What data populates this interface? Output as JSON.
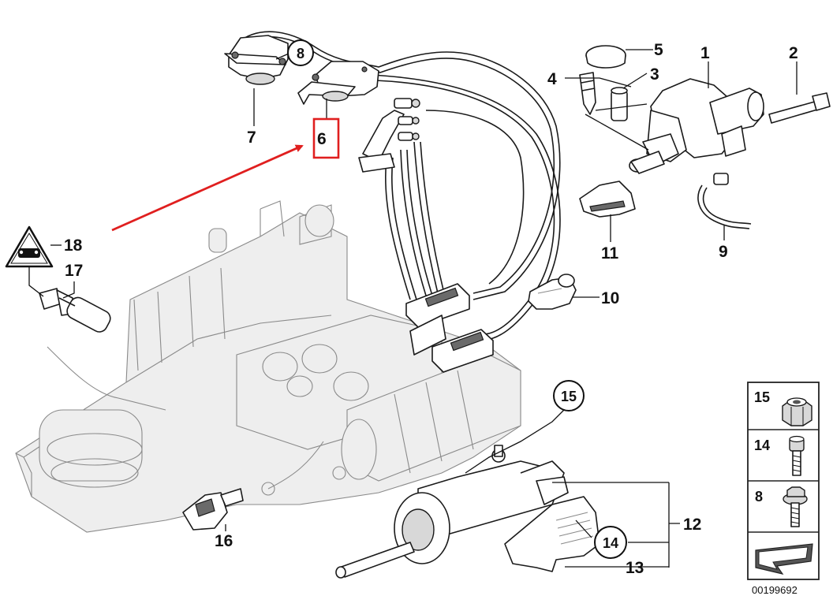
{
  "diagram": {
    "callouts": {
      "c1": "1",
      "c2": "2",
      "c3": "3",
      "c4": "4",
      "c5": "5",
      "c6": "6",
      "c7": "7",
      "c8": "8",
      "c9": "9",
      "c10": "10",
      "c11": "11",
      "c12": "12",
      "c13": "13",
      "c14": "14",
      "c15": "15",
      "c16": "16",
      "c17": "17",
      "c18": "18"
    },
    "legend": {
      "row1": "15",
      "row2": "14",
      "row3": "8"
    },
    "image_code": "00199692",
    "colors": {
      "highlight": "#e01f1f",
      "line": "#1a1a1a",
      "ghost": "#8a8a8a",
      "legend_box": "#222222"
    }
  }
}
